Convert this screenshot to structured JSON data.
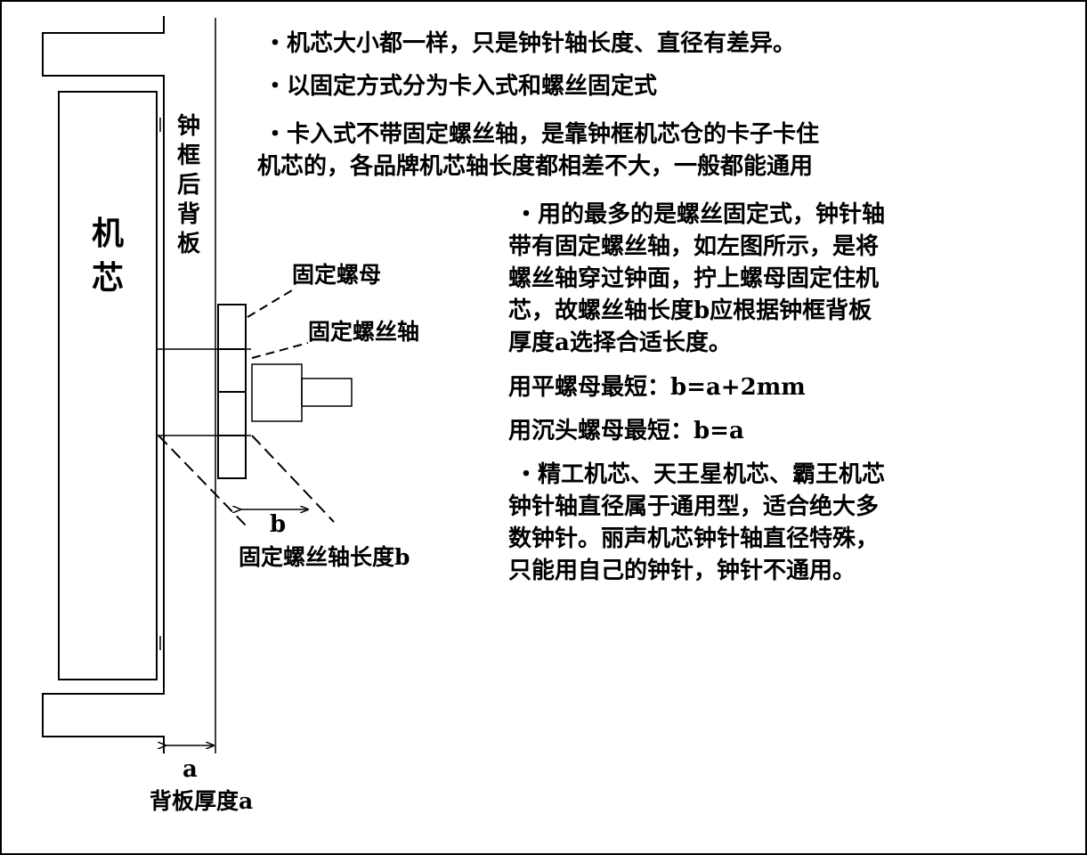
{
  "diagram": {
    "movement_label": "机芯",
    "backplate_label": "钟框后背板",
    "fixing_nut_label": "固定螺母",
    "fixing_screw_shaft_label": "固定螺丝轴",
    "b_label": "b",
    "shaft_length_label": "固定螺丝轴长度b",
    "a_label": "a",
    "thickness_label": "背板厚度a"
  },
  "notes": {
    "note1": "・机芯大小都一样，只是钟针轴长度、直径有差异。",
    "note2": "・以固定方式分为卡入式和螺丝固定式",
    "note3_line1": "・卡入式不带固定螺丝轴，是靠钟框机芯仓的卡子卡住",
    "note3_line2": "机芯的，各品牌机芯轴长度都相差不大，一般都能通用",
    "note4_line1": "・用的最多的是螺丝固定式，钟针轴",
    "note4_line2": "带有固定螺丝轴，如左图所示，是将",
    "note4_line3": "螺丝轴穿过钟面，拧上螺母固定住机",
    "note4_line4": "芯，故螺丝轴长度b应根据钟框背板",
    "note4_line5": "厚度a选择合适长度。",
    "flat_nut": "用平螺母最短：b=a+2mm",
    "countersunk_nut": "用沉头螺母最短：b=a",
    "note5_line1": "・精工机芯、天王星机芯、霸王机芯",
    "note5_line2": "钟针轴直径属于通用型，适合绝大多",
    "note5_line3": "数钟针。丽声机芯钟针轴直径特殊，",
    "note5_line4": "只能用自己的钟针，钟针不通用。"
  },
  "colors": {
    "line": "#000000",
    "background": "#ffffff",
    "border": "#000000"
  }
}
